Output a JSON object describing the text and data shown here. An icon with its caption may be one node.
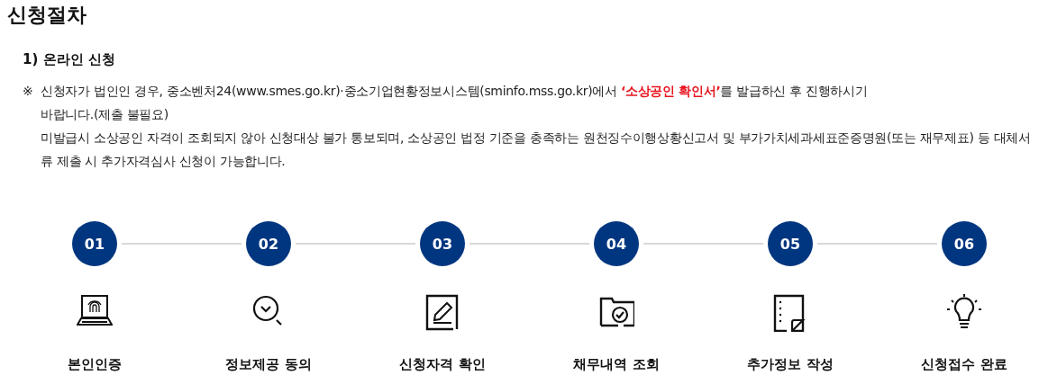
{
  "diagram": {
    "title": "신청절차",
    "nodes": [
      {
        "text": [
          "01"
        ]
      },
      {
        "text": [
          "02"
        ]
      },
      {
        "text": [
          "03"
        ]
      },
      {
        "text": [
          "04"
        ]
      },
      {
        "text": [
          "05"
        ]
      },
      {
        "text": [
          "06"
        ]
      }
    ],
    "edges": [
      {
        "from": 0,
        "to": 1,
        "arrow": "none"
      },
      {
        "from": 1,
        "to": 2,
        "arrow": "none"
      },
      {
        "from": 2,
        "to": 3,
        "arrow": "none"
      },
      {
        "from": 3,
        "to": 4,
        "arrow": "none"
      },
      {
        "from": 4,
        "to": 5,
        "arrow": "none"
      }
    ],
    "labels": [
      "1) 온라인 신청",
      "※",
      "신청자가 법인인 경우, 중소벤처24(www.smes.go.kr)·중소기업현황정보시스템(sminfo.mss.go.kr)에서 **‘소상공인 확인서’**를 발급하신 후 진행하시기 바랍니다.(제출 불필요)",
      "미발급시 소상공인 자격이 조회되지 않아 신청대상 불가 통보되며, 소상공인 법정 기준을 충족하는 원천징수이행상황신고서 및 부가가치세과세표준증명원(또는 재무제표) 등 대체서류 제출 시 추가자격심사 신청이 가능합니다.",
      "본인인증",
      "정보제공 동의",
      "신청자격 확인",
      "채무내역 조회",
      "추가정보 작성",
      "신청접수 완료"
    ]
  }
}
